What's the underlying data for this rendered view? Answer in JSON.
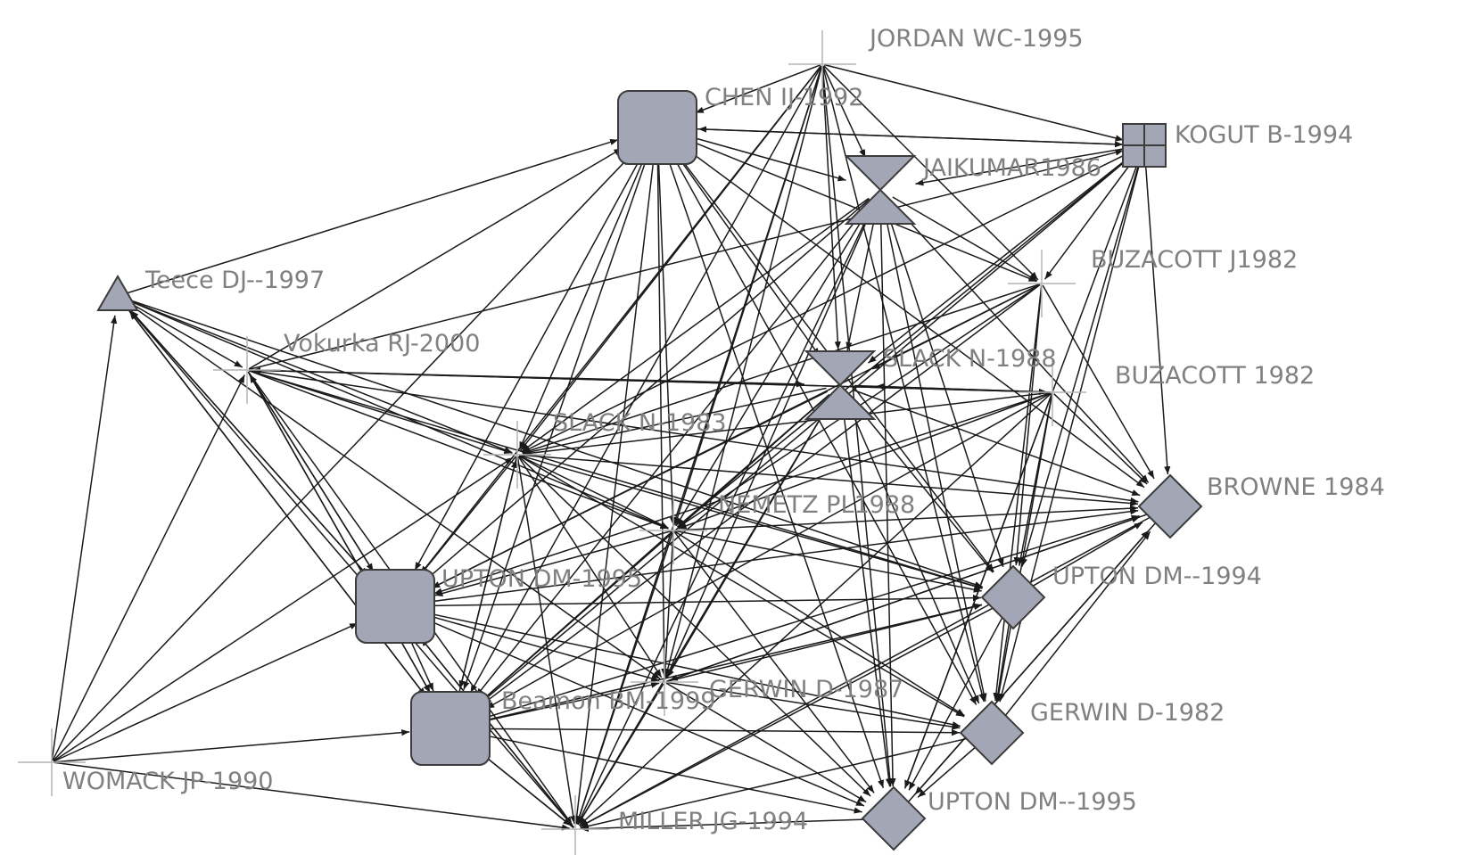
{
  "diagram": {
    "nodes": [
      {
        "id": "jordan",
        "label": "JORDAN WC-1995",
        "shape": "hub"
      },
      {
        "id": "chen",
        "label": "CHEN IJ-1992",
        "shape": "rounded-square"
      },
      {
        "id": "kogut",
        "label": "KOGUT B-1994",
        "shape": "grid-square"
      },
      {
        "id": "jaikumar",
        "label": "JAIKUMAR1986",
        "shape": "hourglass"
      },
      {
        "id": "buzacottj",
        "label": "BUZACOTT J1982",
        "shape": "hub"
      },
      {
        "id": "teece",
        "label": "Teece DJ--1997",
        "shape": "triangle"
      },
      {
        "id": "vokurka",
        "label": "Vokurka RJ-2000",
        "shape": "hub"
      },
      {
        "id": "slack88",
        "label": "SLACK N-1988",
        "shape": "hourglass"
      },
      {
        "id": "buzacott",
        "label": "BUZACOTT 1982",
        "shape": "hub"
      },
      {
        "id": "slack83",
        "label": "SLACK N-1983",
        "shape": "hub"
      },
      {
        "id": "browne",
        "label": "BROWNE 1984",
        "shape": "diamond"
      },
      {
        "id": "nemetz",
        "label": "NEMETZ PL1988",
        "shape": "hub"
      },
      {
        "id": "upton95",
        "label": "UPTON DM-1995",
        "shape": "rounded-square"
      },
      {
        "id": "upton94",
        "label": "UPTON DM--1994",
        "shape": "diamond"
      },
      {
        "id": "beamon",
        "label": "Beamon BM-1999",
        "shape": "rounded-square"
      },
      {
        "id": "gerwin87",
        "label": "GERWIN D-1987",
        "shape": "hub"
      },
      {
        "id": "gerwin82",
        "label": "GERWIN D-1982",
        "shape": "diamond"
      },
      {
        "id": "womack",
        "label": "WOMACK JP-1990",
        "shape": "hub"
      },
      {
        "id": "miller",
        "label": "MILLER JG-1994",
        "shape": "hub"
      },
      {
        "id": "upton95b",
        "label": "UPTON DM--1995",
        "shape": "diamond"
      }
    ],
    "edges": [
      [
        "womack",
        "teece"
      ],
      [
        "womack",
        "vokurka"
      ],
      [
        "womack",
        "chen"
      ],
      [
        "womack",
        "upton95"
      ],
      [
        "womack",
        "beamon"
      ],
      [
        "womack",
        "miller"
      ],
      [
        "womack",
        "slack83"
      ],
      [
        "teece",
        "chen"
      ],
      [
        "teece",
        "vokurka"
      ],
      [
        "teece",
        "slack83"
      ],
      [
        "teece",
        "nemetz"
      ],
      [
        "teece",
        "upton95"
      ],
      [
        "teece",
        "beamon"
      ],
      [
        "teece",
        "miller"
      ],
      [
        "teece",
        "gerwin87"
      ],
      [
        "teece",
        "upton94"
      ],
      [
        "vokurka",
        "chen"
      ],
      [
        "vokurka",
        "kogut"
      ],
      [
        "vokurka",
        "slack88"
      ],
      [
        "vokurka",
        "slack83"
      ],
      [
        "vokurka",
        "nemetz"
      ],
      [
        "vokurka",
        "upton95"
      ],
      [
        "vokurka",
        "beamon"
      ],
      [
        "vokurka",
        "miller"
      ],
      [
        "vokurka",
        "browne"
      ],
      [
        "vokurka",
        "upton94"
      ],
      [
        "vokurka",
        "buzacott"
      ],
      [
        "jordan",
        "kogut"
      ],
      [
        "jordan",
        "jaikumar"
      ],
      [
        "jordan",
        "slack88"
      ],
      [
        "jordan",
        "chen"
      ],
      [
        "jordan",
        "buzacottj"
      ],
      [
        "jordan",
        "slack83"
      ],
      [
        "jordan",
        "nemetz"
      ],
      [
        "jordan",
        "upton95"
      ],
      [
        "jordan",
        "miller"
      ],
      [
        "jordan",
        "gerwin87"
      ],
      [
        "jordan",
        "beamon"
      ],
      [
        "jordan",
        "upton95b"
      ],
      [
        "jordan",
        "gerwin82"
      ],
      [
        "chen",
        "kogut"
      ],
      [
        "chen",
        "jaikumar"
      ],
      [
        "chen",
        "slack88"
      ],
      [
        "chen",
        "slack83"
      ],
      [
        "chen",
        "nemetz"
      ],
      [
        "chen",
        "upton95"
      ],
      [
        "chen",
        "beamon"
      ],
      [
        "chen",
        "miller"
      ],
      [
        "chen",
        "gerwin87"
      ],
      [
        "chen",
        "upton95b"
      ],
      [
        "chen",
        "gerwin82"
      ],
      [
        "chen",
        "upton94"
      ],
      [
        "chen",
        "browne"
      ],
      [
        "chen",
        "buzacottj"
      ],
      [
        "kogut",
        "jaikumar"
      ],
      [
        "kogut",
        "buzacottj"
      ],
      [
        "kogut",
        "slack88"
      ],
      [
        "kogut",
        "browne"
      ],
      [
        "kogut",
        "upton94"
      ],
      [
        "kogut",
        "gerwin82"
      ],
      [
        "kogut",
        "upton95b"
      ],
      [
        "kogut",
        "slack83"
      ],
      [
        "kogut",
        "nemetz"
      ],
      [
        "kogut",
        "chen"
      ],
      [
        "kogut",
        "beamon"
      ],
      [
        "jaikumar",
        "slack88"
      ],
      [
        "jaikumar",
        "buzacottj"
      ],
      [
        "jaikumar",
        "browne"
      ],
      [
        "jaikumar",
        "upton94"
      ],
      [
        "jaikumar",
        "slack83"
      ],
      [
        "jaikumar",
        "nemetz"
      ],
      [
        "jaikumar",
        "upton95"
      ],
      [
        "jaikumar",
        "beamon"
      ],
      [
        "jaikumar",
        "miller"
      ],
      [
        "jaikumar",
        "gerwin87"
      ],
      [
        "jaikumar",
        "gerwin82"
      ],
      [
        "jaikumar",
        "upton95b"
      ],
      [
        "buzacottj",
        "slack88"
      ],
      [
        "buzacottj",
        "browne"
      ],
      [
        "buzacottj",
        "upton94"
      ],
      [
        "buzacottj",
        "gerwin82"
      ],
      [
        "buzacottj",
        "slack83"
      ],
      [
        "buzacottj",
        "nemetz"
      ],
      [
        "buzacottj",
        "upton95"
      ],
      [
        "buzacottj",
        "beamon"
      ],
      [
        "slack88",
        "slack83"
      ],
      [
        "slack88",
        "nemetz"
      ],
      [
        "slack88",
        "upton95"
      ],
      [
        "slack88",
        "beamon"
      ],
      [
        "slack88",
        "miller"
      ],
      [
        "slack88",
        "gerwin87"
      ],
      [
        "slack88",
        "upton95b"
      ],
      [
        "slack88",
        "gerwin82"
      ],
      [
        "slack88",
        "upton94"
      ],
      [
        "slack88",
        "browne"
      ],
      [
        "slack88",
        "buzacott"
      ],
      [
        "buzacott",
        "browne"
      ],
      [
        "buzacott",
        "upton94"
      ],
      [
        "buzacott",
        "gerwin82"
      ],
      [
        "buzacott",
        "upton95b"
      ],
      [
        "buzacott",
        "slack83"
      ],
      [
        "buzacott",
        "nemetz"
      ],
      [
        "buzacott",
        "upton95"
      ],
      [
        "buzacott",
        "beamon"
      ],
      [
        "buzacott",
        "miller"
      ],
      [
        "buzacott",
        "slack88"
      ],
      [
        "buzacott",
        "vokurka"
      ],
      [
        "slack83",
        "nemetz"
      ],
      [
        "slack83",
        "upton95"
      ],
      [
        "slack83",
        "beamon"
      ],
      [
        "slack83",
        "miller"
      ],
      [
        "slack83",
        "gerwin87"
      ],
      [
        "slack83",
        "upton95b"
      ],
      [
        "slack83",
        "gerwin82"
      ],
      [
        "slack83",
        "upton94"
      ],
      [
        "slack83",
        "browne"
      ],
      [
        "nemetz",
        "upton95"
      ],
      [
        "nemetz",
        "beamon"
      ],
      [
        "nemetz",
        "miller"
      ],
      [
        "nemetz",
        "gerwin87"
      ],
      [
        "nemetz",
        "upton95b"
      ],
      [
        "nemetz",
        "gerwin82"
      ],
      [
        "nemetz",
        "upton94"
      ],
      [
        "nemetz",
        "browne"
      ],
      [
        "upton95",
        "beamon"
      ],
      [
        "upton95",
        "miller"
      ],
      [
        "upton95",
        "gerwin87"
      ],
      [
        "upton95",
        "upton95b"
      ],
      [
        "upton95",
        "gerwin82"
      ],
      [
        "upton95",
        "upton94"
      ],
      [
        "upton95",
        "browne"
      ],
      [
        "upton95",
        "vokurka"
      ],
      [
        "upton95",
        "teece"
      ],
      [
        "beamon",
        "miller"
      ],
      [
        "beamon",
        "gerwin87"
      ],
      [
        "beamon",
        "upton95b"
      ],
      [
        "beamon",
        "gerwin82"
      ],
      [
        "beamon",
        "upton94"
      ],
      [
        "beamon",
        "browne"
      ],
      [
        "beamon",
        "teece"
      ],
      [
        "beamon",
        "vokurka"
      ],
      [
        "beamon",
        "slack83"
      ],
      [
        "gerwin87",
        "upton95b"
      ],
      [
        "gerwin87",
        "gerwin82"
      ],
      [
        "gerwin87",
        "upton94"
      ],
      [
        "gerwin87",
        "browne"
      ],
      [
        "gerwin87",
        "miller"
      ],
      [
        "upton94",
        "gerwin82"
      ],
      [
        "upton94",
        "upton95b"
      ],
      [
        "upton94",
        "browne"
      ],
      [
        "upton94",
        "miller"
      ],
      [
        "gerwin82",
        "upton95b"
      ],
      [
        "gerwin82",
        "browne"
      ],
      [
        "gerwin82",
        "miller"
      ],
      [
        "upton95b",
        "miller"
      ],
      [
        "upton95b",
        "browne"
      ],
      [
        "browne",
        "upton95b"
      ],
      [
        "browne",
        "miller"
      ],
      [
        "browne",
        "gerwin87"
      ],
      [
        "miller",
        "upton95"
      ],
      [
        "miller",
        "beamon"
      ]
    ]
  },
  "colors": {
    "node_fill": "#a3a6b5",
    "node_stroke": "#3c3c3c",
    "edge": "#1a1a1a",
    "label": "#808080"
  }
}
